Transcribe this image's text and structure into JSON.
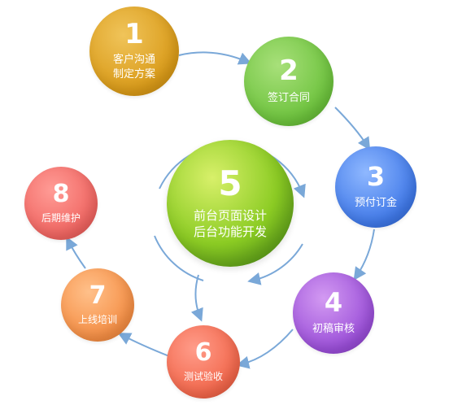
{
  "steps": [
    {
      "number": "1",
      "label_line1": "客户沟通",
      "label_line2": "制定方案",
      "color": "#d99a18"
    },
    {
      "number": "2",
      "label_line1": "签订合同",
      "color": "#6cc23c"
    },
    {
      "number": "3",
      "label_line1": "预付订金",
      "color": "#3f78e8"
    },
    {
      "number": "4",
      "label_line1": "初稿审核",
      "color": "#9a4ed8"
    },
    {
      "number": "5",
      "label_line1": "前台页面设计",
      "label_line2": "后台功能开发",
      "color": "#8ccc24"
    },
    {
      "number": "6",
      "label_line1": "测试验收",
      "color": "#f2664a"
    },
    {
      "number": "7",
      "label_line1": "上线培训",
      "color": "#f58e44"
    },
    {
      "number": "8",
      "label_line1": "后期维护",
      "color": "#f06460"
    }
  ],
  "connector_color": "#7aa8d8"
}
